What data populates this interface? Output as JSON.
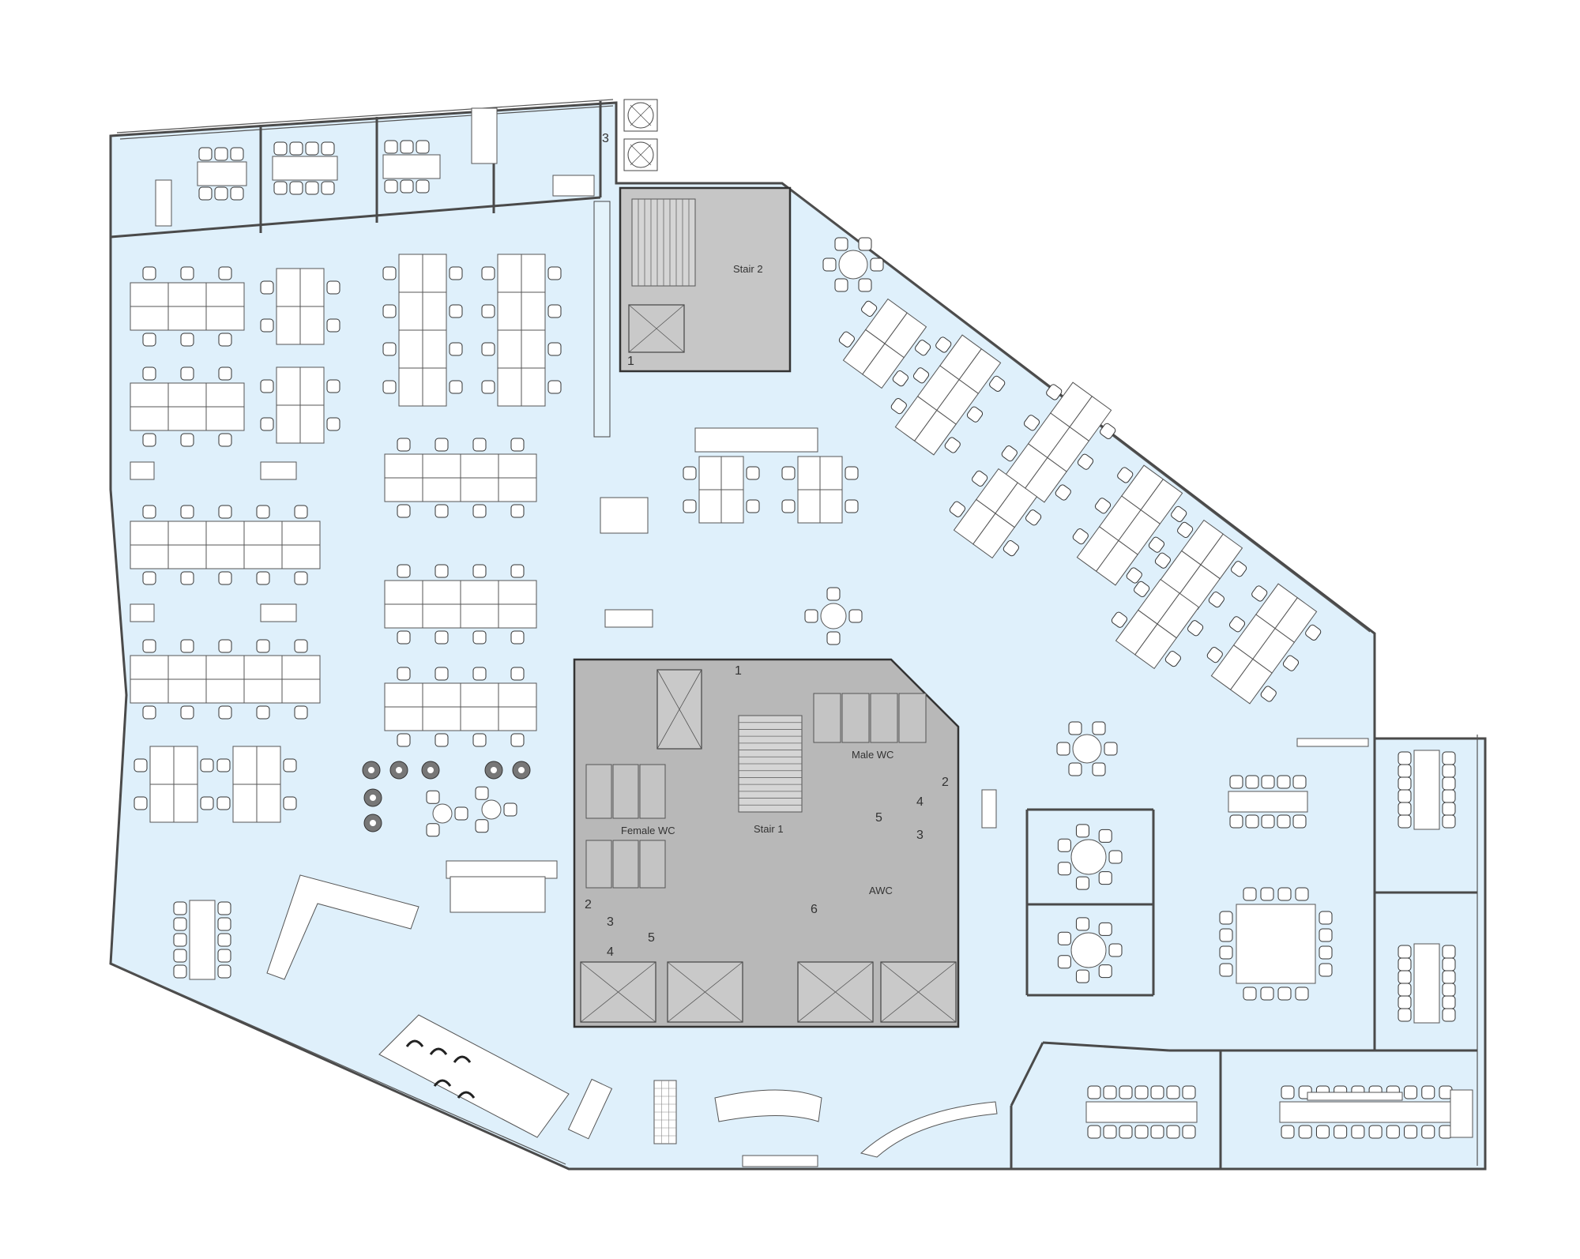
{
  "colors": {
    "floor": "#dff0fb",
    "core": "#b8b8b8",
    "stair2_core": "#c6c6c6",
    "wall": "#4a4a4a",
    "furniture": "#ffffff"
  },
  "labels": {
    "stair_1": "Stair 1",
    "stair_2": "Stair 2",
    "female_wc": "Female WC",
    "male_wc": "Male WC",
    "awc": "AWC"
  },
  "numbers": {
    "s2_1": "1",
    "top_3": "3",
    "core_1": "1",
    "core_2_right": "2",
    "core_5_right": "5",
    "core_4_right": "4",
    "core_3_right": "3",
    "core_2_left": "2",
    "core_3_left": "3",
    "core_4_left": "4",
    "core_5_left": "5",
    "core_6": "6"
  },
  "icons": {
    "plants": "planter-icon",
    "lift": "lift-shaft-icon",
    "fan": "ventilation-fan-icon"
  }
}
